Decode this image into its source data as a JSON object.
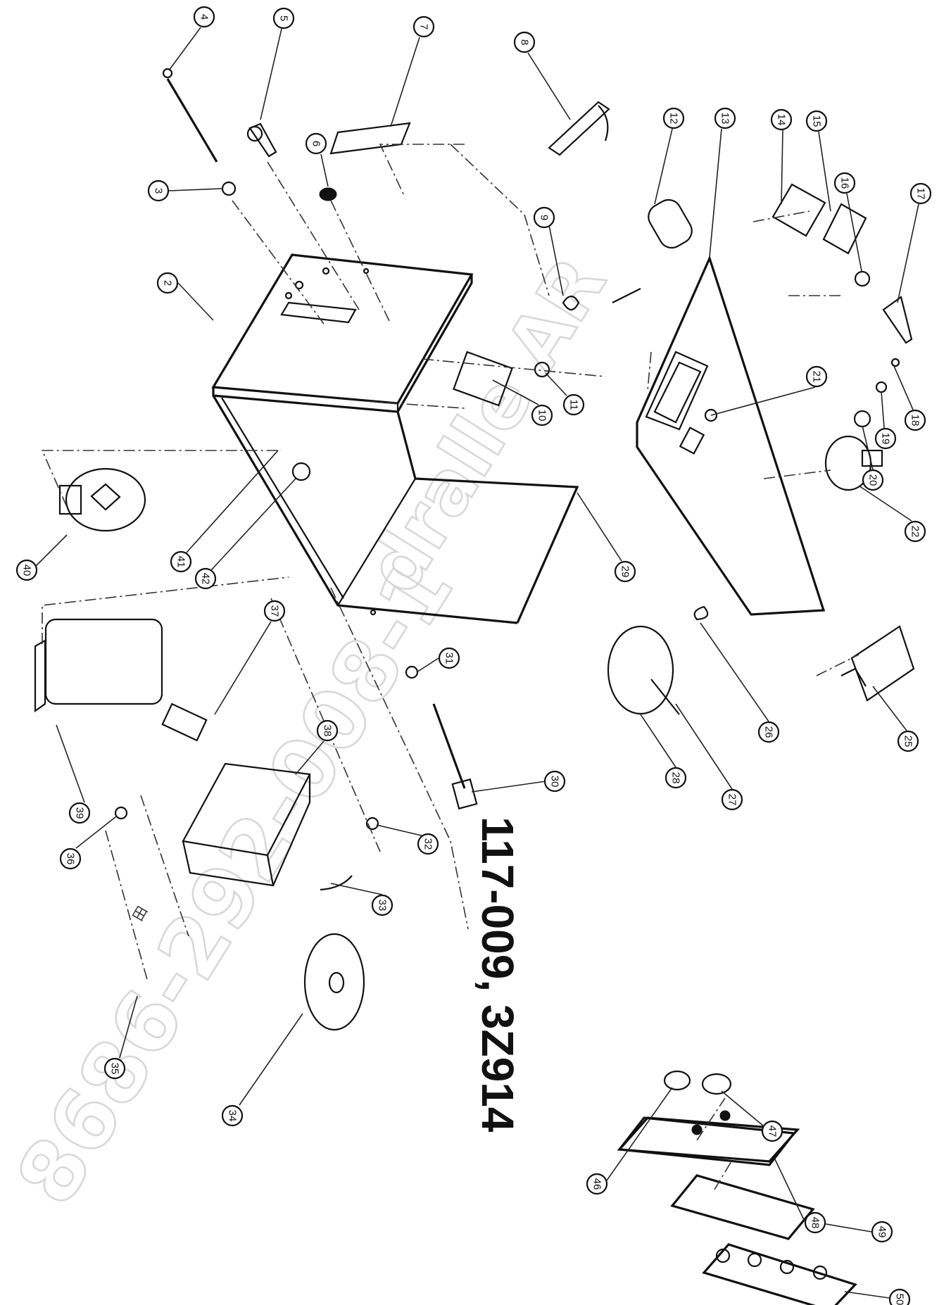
{
  "figure": {
    "model_numbers": "117-009, 3Z914",
    "watermark_phone": "8686-292-008-1",
    "watermark_brand": "dralle AR",
    "callouts": [
      {
        "id": "2",
        "text": "2"
      },
      {
        "id": "3",
        "text": "3"
      },
      {
        "id": "4",
        "text": "4"
      },
      {
        "id": "5",
        "text": "5"
      },
      {
        "id": "6",
        "text": "6"
      },
      {
        "id": "7",
        "text": "7"
      },
      {
        "id": "8",
        "text": "8"
      },
      {
        "id": "9",
        "text": "9"
      },
      {
        "id": "10",
        "text": "10"
      },
      {
        "id": "11",
        "text": "11"
      },
      {
        "id": "12",
        "text": "12"
      },
      {
        "id": "13",
        "text": "13"
      },
      {
        "id": "14",
        "text": "14"
      },
      {
        "id": "15",
        "text": "15"
      },
      {
        "id": "16",
        "text": "16"
      },
      {
        "id": "17",
        "text": "17"
      },
      {
        "id": "18",
        "text": "18"
      },
      {
        "id": "19",
        "text": "19"
      },
      {
        "id": "20",
        "text": "20"
      },
      {
        "id": "21",
        "text": "21"
      },
      {
        "id": "22",
        "text": "22"
      },
      {
        "id": "25",
        "text": "25"
      },
      {
        "id": "26",
        "text": "26"
      },
      {
        "id": "27",
        "text": "27"
      },
      {
        "id": "28",
        "text": "28"
      },
      {
        "id": "29",
        "text": "29"
      },
      {
        "id": "30",
        "text": "30"
      },
      {
        "id": "31",
        "text": "31"
      },
      {
        "id": "32",
        "text": "32"
      },
      {
        "id": "33",
        "text": "33"
      },
      {
        "id": "34",
        "text": "34"
      },
      {
        "id": "35",
        "text": "35"
      },
      {
        "id": "36",
        "text": "36"
      },
      {
        "id": "37",
        "text": "37"
      },
      {
        "id": "38",
        "text": "38"
      },
      {
        "id": "39",
        "text": "39"
      },
      {
        "id": "40",
        "text": "40"
      },
      {
        "id": "41",
        "text": "41"
      },
      {
        "id": "42",
        "text": "42"
      },
      {
        "id": "46",
        "text": "46"
      },
      {
        "id": "47",
        "text": "47"
      },
      {
        "id": "48",
        "text": "48"
      },
      {
        "id": "49",
        "text": "49"
      },
      {
        "id": "50",
        "text": "50"
      }
    ]
  }
}
